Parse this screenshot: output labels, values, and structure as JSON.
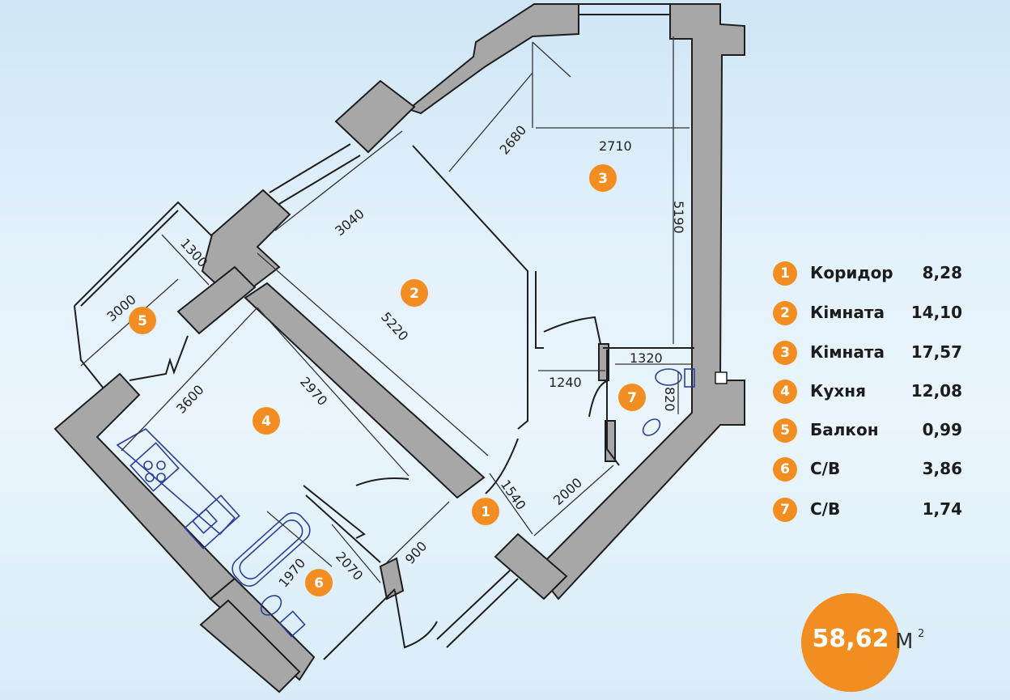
{
  "dimensions": [
    "2680",
    "2710",
    "5190",
    "3040",
    "5220",
    "1300",
    "3000",
    "3600",
    "2970",
    "1240",
    "1320",
    "820",
    "2000",
    "1540",
    "900",
    "1970",
    "2070"
  ],
  "room_markers": [
    "1",
    "2",
    "3",
    "4",
    "5",
    "6",
    "7"
  ],
  "legend": [
    {
      "num": "1",
      "name": "Коридор",
      "area": "8,28"
    },
    {
      "num": "2",
      "name": "Кімната",
      "area": "14,10"
    },
    {
      "num": "3",
      "name": "Кімната",
      "area": "17,57"
    },
    {
      "num": "4",
      "name": "Кухня",
      "area": "12,08"
    },
    {
      "num": "5",
      "name": "Балкон",
      "area": "0,99"
    },
    {
      "num": "6",
      "name": "С/В",
      "area": "3,86"
    },
    {
      "num": "7",
      "name": "С/В",
      "area": "1,74"
    }
  ],
  "total": {
    "value": "58,62",
    "unit": "М",
    "sup": "2"
  },
  "colors": {
    "accent": "#f28d22",
    "wall": "#a7a7a7",
    "fixture": "#2a3f9b"
  }
}
